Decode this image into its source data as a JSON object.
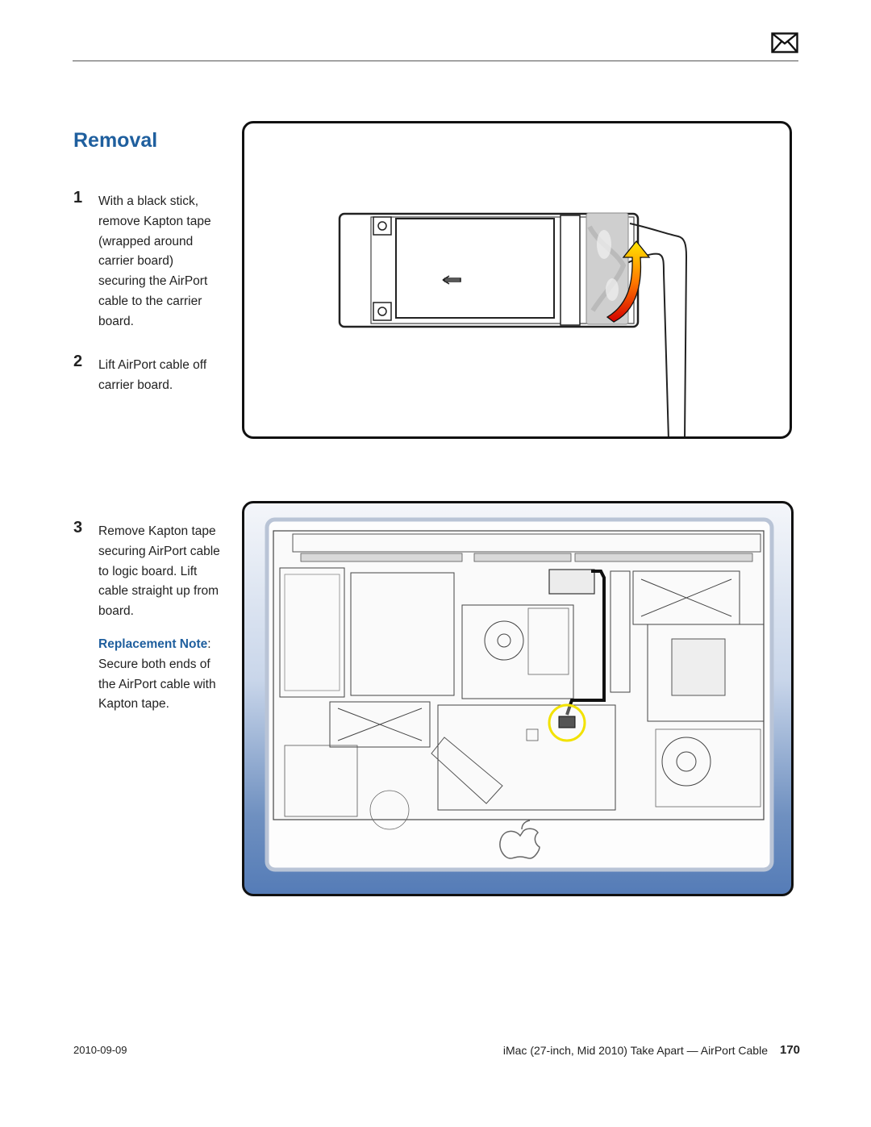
{
  "header": {
    "icon": "mail-icon"
  },
  "section": {
    "title": "Removal"
  },
  "steps": [
    {
      "number": "1",
      "text": "With a black stick,\nremove Kapton tape\n(wrapped around\ncarrier board)\nsecuring the AirPort\ncable to the carrier\nboard."
    },
    {
      "number": "2",
      "text": "Lift AirPort cable off\ncarrier board."
    },
    {
      "number": "3",
      "text": "Remove Kapton tape\nsecuring AirPort cable\nto logic board. Lift\ncable straight up from\nboard."
    }
  ],
  "note": {
    "title": "Replacement Note",
    "colon": ":",
    "text": "Secure both ends of\nthe AirPort cable with\nKapton tape."
  },
  "footer": {
    "date": "2010-09-09",
    "title": "iMac (27-inch, Mid 2010) Take Apart — AirPort Cable",
    "page": "170"
  },
  "colors": {
    "heading": "#1f5f9e",
    "panel_gradient_top": "#f4f6fa",
    "panel_gradient_bottom": "#557cb7",
    "highlight_circle": "#f2e200"
  }
}
